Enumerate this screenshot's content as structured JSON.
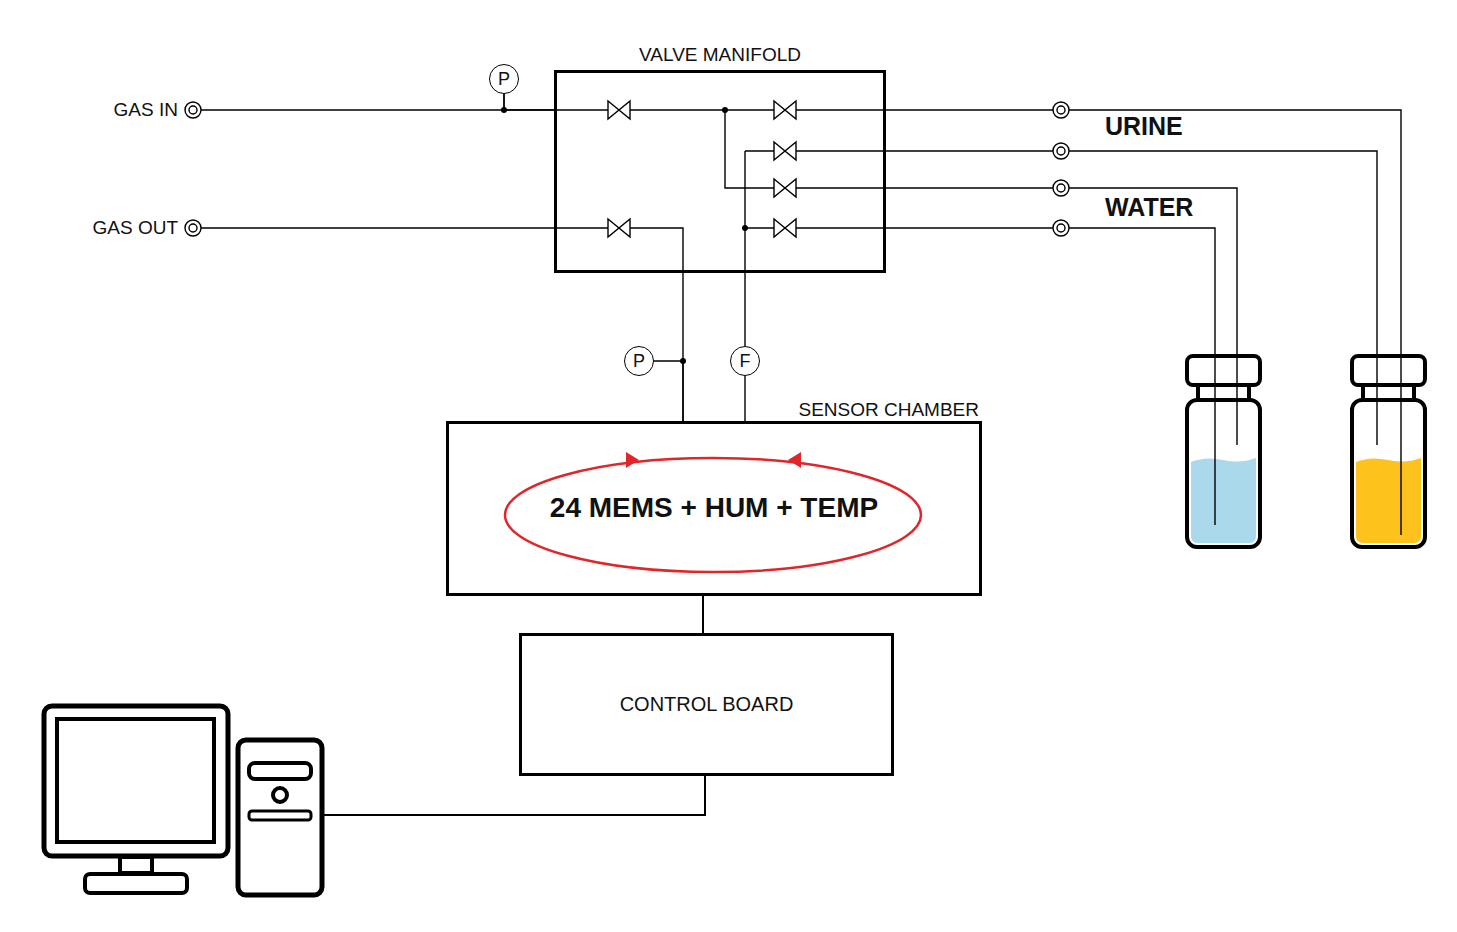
{
  "diagram": {
    "nodes": [
      {
        "text": [
          "VALVE MANIFOLD"
        ]
      },
      {
        "text": [
          "P"
        ]
      },
      {
        "text": [
          "P"
        ]
      },
      {
        "text": [
          "F"
        ]
      },
      {
        "text": [
          "SENSOR CHAMBER",
          "24 MEMS + HUM + TEMP"
        ]
      },
      {
        "text": [
          "CONTROL BOARD"
        ]
      }
    ],
    "edges": [
      {
        "from": 1,
        "to": 0,
        "arrow": "none"
      },
      {
        "from": 0,
        "to": 4,
        "arrow": "none"
      },
      {
        "from": 2,
        "to": 4,
        "arrow": "none"
      },
      {
        "from": 0,
        "to": 3,
        "arrow": "none"
      },
      {
        "from": 3,
        "to": 4,
        "arrow": "none"
      },
      {
        "from": 4,
        "to": 5,
        "arrow": "none"
      }
    ],
    "labels": [
      "GAS IN",
      "GAS OUT",
      "URINE",
      "WATER"
    ]
  }
}
